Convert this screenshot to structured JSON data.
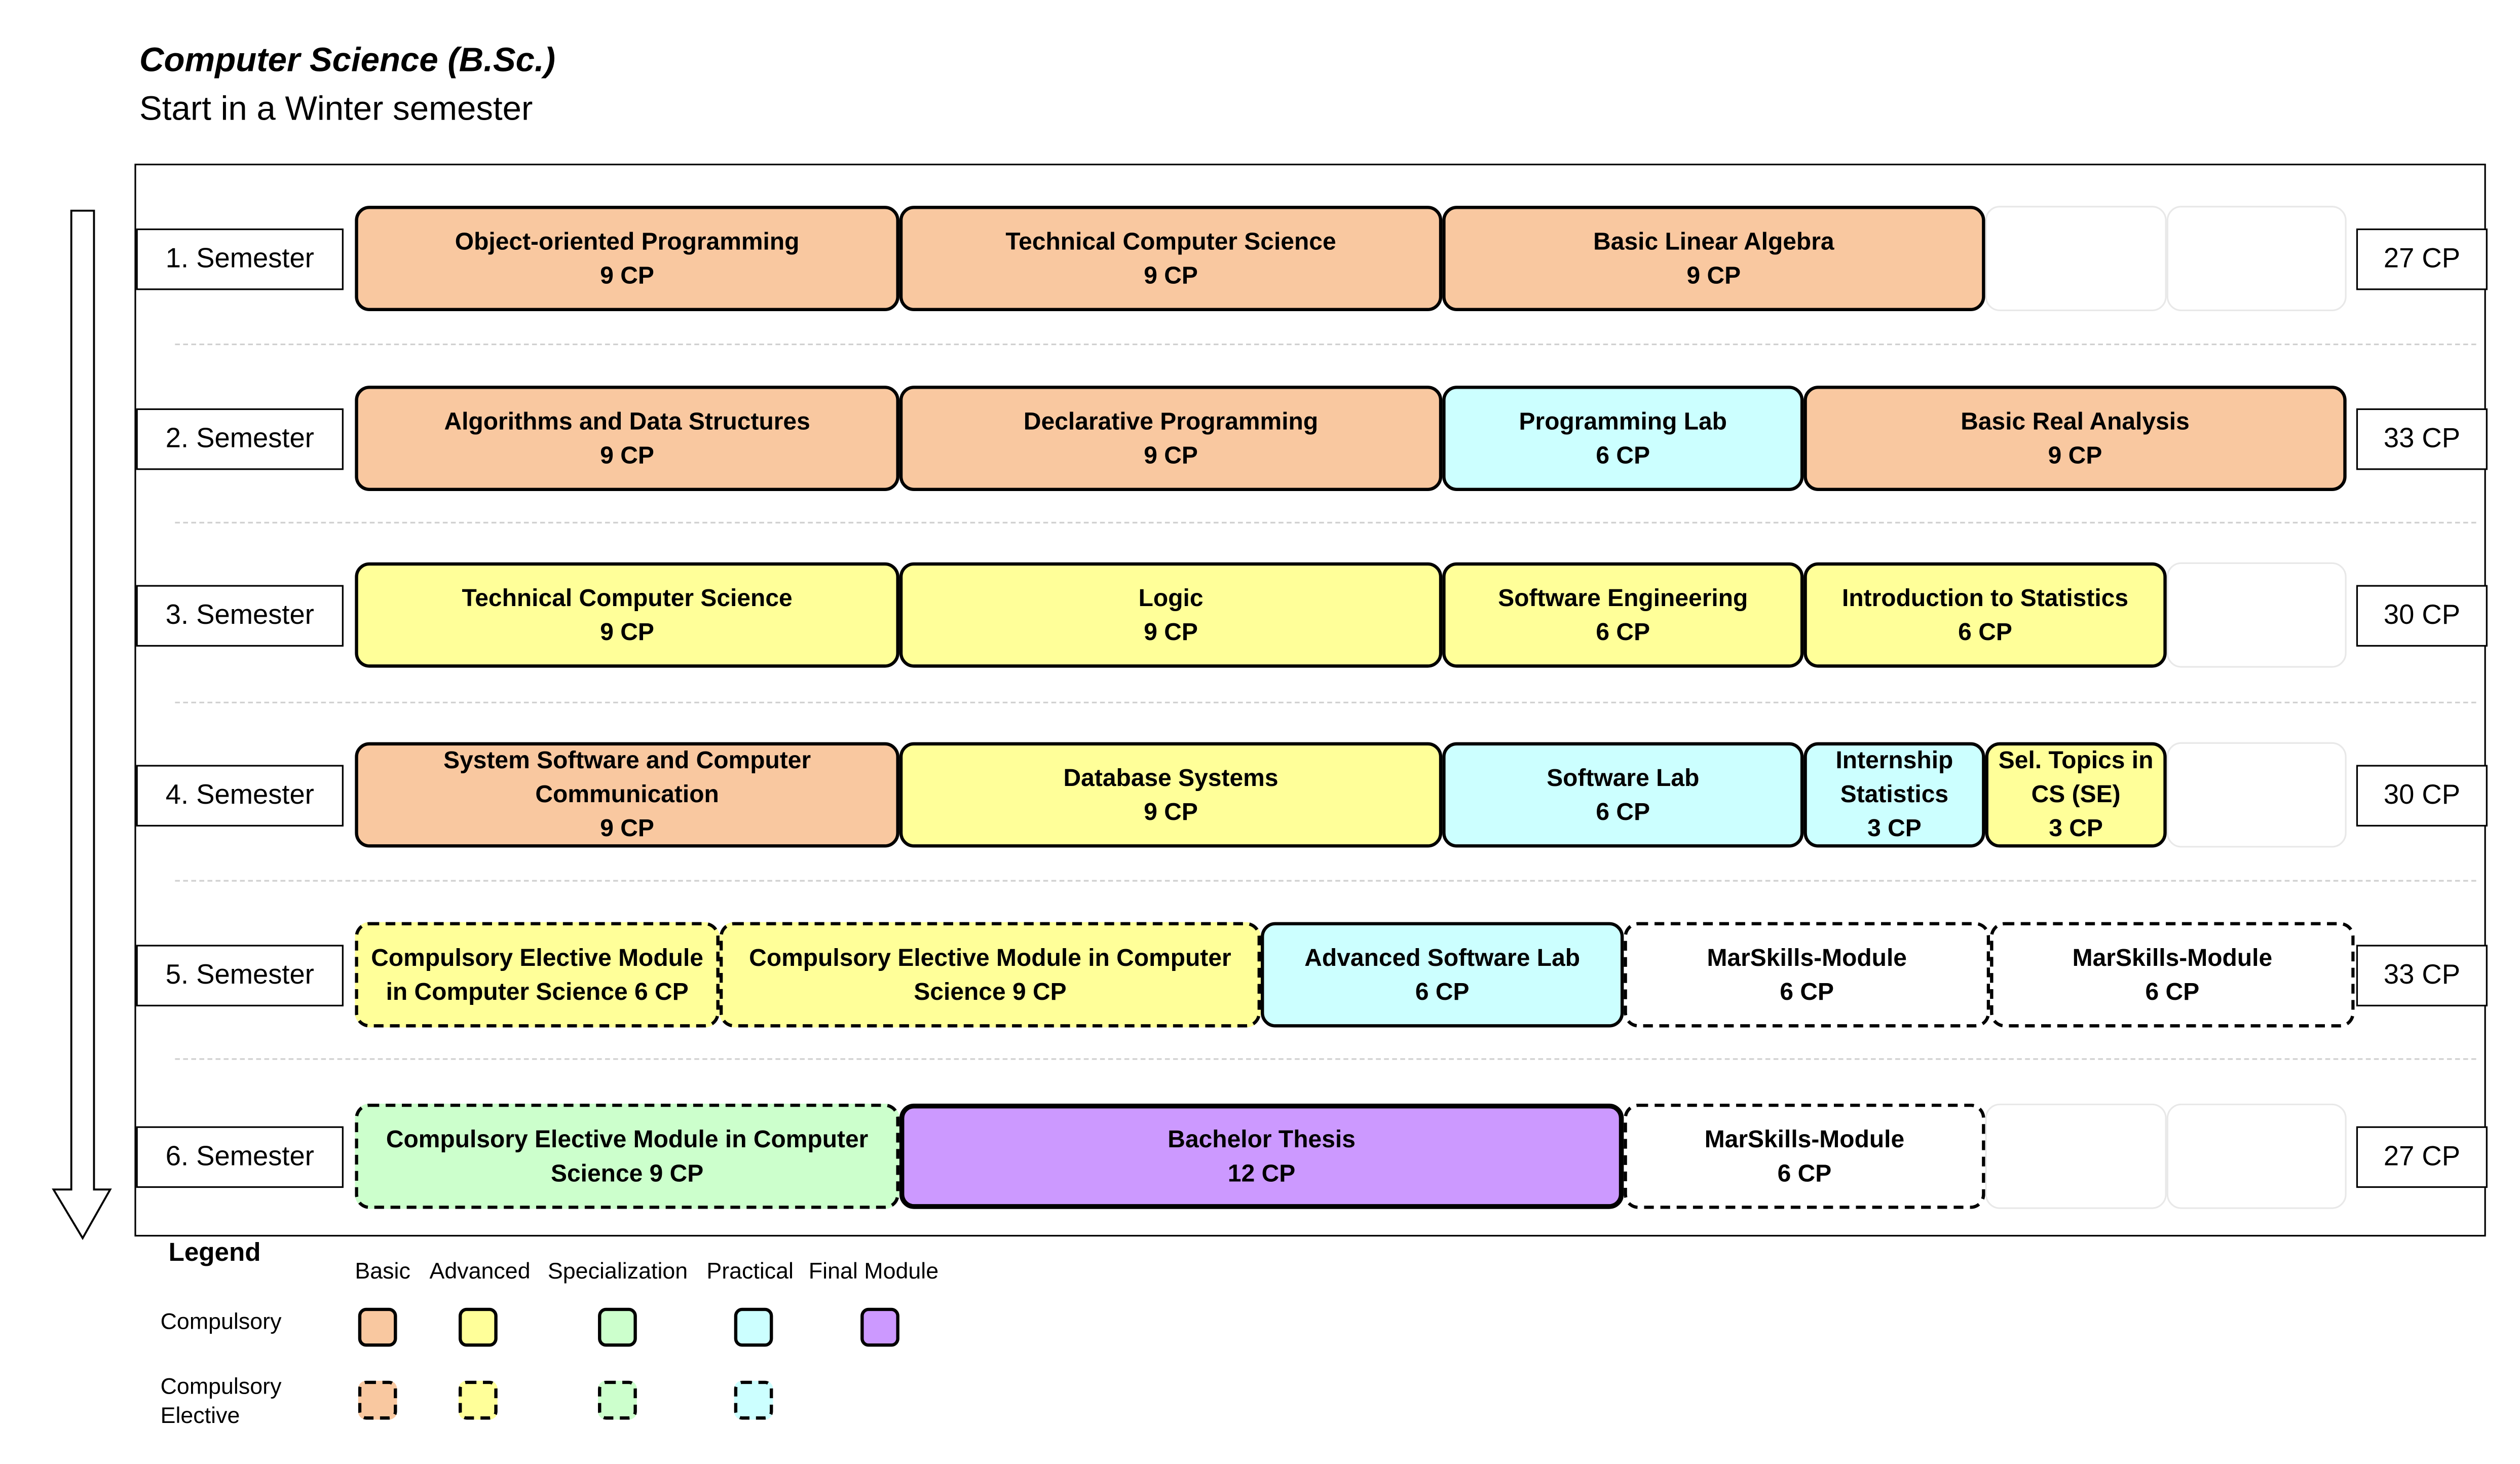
{
  "title": "Computer Science (B.Sc.)",
  "subtitle": "Start in a Winter semester",
  "colors": {
    "basic": "#f9c8a0",
    "advanced": "#ffff99",
    "specialization": "#ccffcc",
    "practical": "#ccffff",
    "final": "#cc99ff",
    "none": "#ffffff"
  },
  "semesters": [
    {
      "label": "1. Semester",
      "cp": "27 CP",
      "modules": [
        {
          "name": "Object-oriented Programming",
          "cp": "9 CP",
          "category": "basic",
          "type": "compulsory"
        },
        {
          "name": "Technical Computer Science",
          "cp": "9 CP",
          "category": "basic",
          "type": "compulsory"
        },
        {
          "name": "Basic Linear Algebra",
          "cp": "9 CP",
          "category": "basic",
          "type": "compulsory"
        }
      ]
    },
    {
      "label": "2. Semester",
      "cp": "33 CP",
      "modules": [
        {
          "name": "Algorithms and Data Structures",
          "cp": "9 CP",
          "category": "basic",
          "type": "compulsory"
        },
        {
          "name": "Declarative Programming",
          "cp": "9 CP",
          "category": "basic",
          "type": "compulsory"
        },
        {
          "name": "Programming Lab",
          "cp": "6 CP",
          "category": "practical",
          "type": "compulsory"
        },
        {
          "name": "Basic Real Analysis",
          "cp": "9 CP",
          "category": "basic",
          "type": "compulsory"
        }
      ]
    },
    {
      "label": "3. Semester",
      "cp": "30 CP",
      "modules": [
        {
          "name": "Technical Computer Science",
          "cp": "9 CP",
          "category": "advanced",
          "type": "compulsory"
        },
        {
          "name": "Logic",
          "cp": "9 CP",
          "category": "advanced",
          "type": "compulsory"
        },
        {
          "name": "Software Engineering",
          "cp": "6 CP",
          "category": "advanced",
          "type": "compulsory"
        },
        {
          "name": "Introduction to Statistics",
          "cp": "6 CP",
          "category": "advanced",
          "type": "compulsory"
        }
      ]
    },
    {
      "label": "4. Semester",
      "cp": "30 CP",
      "modules": [
        {
          "name": "System Software and Computer Communication",
          "cp": "9 CP",
          "category": "basic",
          "type": "compulsory"
        },
        {
          "name": "Database Systems",
          "cp": "9 CP",
          "category": "advanced",
          "type": "compulsory"
        },
        {
          "name": "Software Lab",
          "cp": "6 CP",
          "category": "practical",
          "type": "compulsory"
        },
        {
          "name": "Internship Statistics",
          "cp": "3 CP",
          "category": "practical",
          "type": "compulsory"
        },
        {
          "name": "Sel. Topics in CS (SE)",
          "cp": "3 CP",
          "category": "advanced",
          "type": "compulsory"
        }
      ]
    },
    {
      "label": "5. Semester",
      "cp": "33 CP",
      "modules": [
        {
          "name": "Compulsory Elective Module in Computer Science 6 CP",
          "cp": "",
          "category": "advanced",
          "type": "elective"
        },
        {
          "name": "Compulsory Elective Module in Computer Science 9 CP",
          "cp": "",
          "category": "advanced",
          "type": "elective"
        },
        {
          "name": "Advanced Software Lab",
          "cp": "6 CP",
          "category": "practical",
          "type": "compulsory"
        },
        {
          "name": "MarSkills-Module",
          "cp": "6 CP",
          "category": "none",
          "type": "elective"
        },
        {
          "name": "MarSkills-Module",
          "cp": "6 CP",
          "category": "none",
          "type": "elective"
        }
      ]
    },
    {
      "label": "6. Semester",
      "cp": "27 CP",
      "modules": [
        {
          "name": "Compulsory Elective Module in Computer Science 9 CP",
          "cp": "",
          "category": "specialization",
          "type": "elective"
        },
        {
          "name": "Bachelor Thesis",
          "cp": "12 CP",
          "category": "final",
          "type": "compulsory"
        },
        {
          "name": "MarSkills-Module",
          "cp": "6 CP",
          "category": "none",
          "type": "elective"
        }
      ]
    }
  ],
  "legend": {
    "title": "Legend",
    "columns": [
      "Basic",
      "Advanced",
      "Specialization",
      "Practical",
      "Final Module"
    ],
    "rows": [
      {
        "label": "Compulsory",
        "type": "compulsory",
        "categories": [
          "basic",
          "advanced",
          "specialization",
          "practical",
          "final"
        ]
      },
      {
        "label": "Compulsory Elective",
        "type": "elective",
        "categories": [
          "basic",
          "advanced",
          "specialization",
          "practical"
        ]
      }
    ]
  }
}
